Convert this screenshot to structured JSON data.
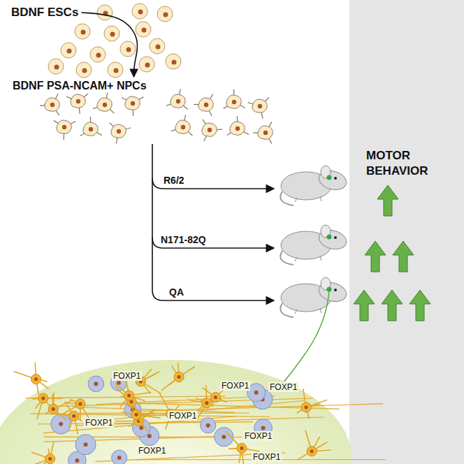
{
  "diagram": {
    "nodes": [
      {
        "text": [
          "BDNF ESCs"
        ]
      },
      {
        "text": [
          "BDNF PSA-NCAM+ NPCs"
        ]
      },
      {
        "text": [
          "MOTOR BEHAVIOR"
        ]
      },
      {
        "text": [
          "FOXP1",
          "FOXP1",
          "FOXP1",
          "FOXP1",
          "FOXP1",
          "FOXP1",
          "FOXP1",
          "FOXP1"
        ]
      }
    ],
    "edges": [
      {
        "from": 0,
        "to": 1,
        "arrow": "to"
      }
    ],
    "labels": [
      "R6/2",
      "N171-82Q",
      "QA"
    ]
  }
}
